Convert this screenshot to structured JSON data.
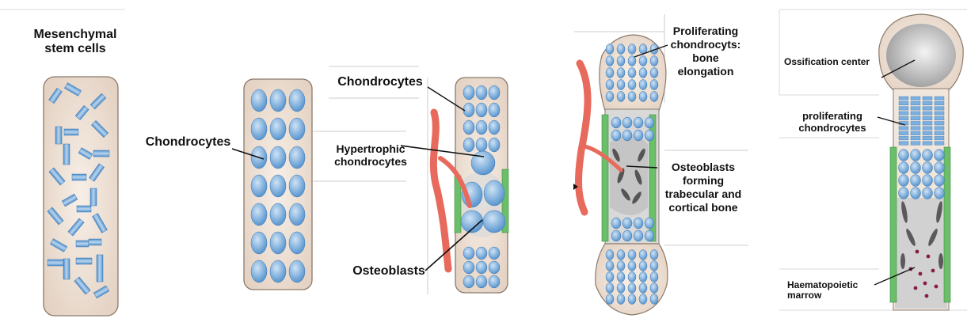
{
  "labels": {
    "mesenchymal": "Mesenchymal stem cells",
    "chondrocytes_1": "Chondrocytes",
    "chondrocytes_2": "Chondrocytes",
    "hypertrophic": "Hypertrophic chondrocytes",
    "osteoblasts": "Osteoblasts",
    "proliferating": "Proliferating chondrocyts: bone elongation",
    "osteoblasts_forming": "Osteoblasts forming trabecular and cortical bone",
    "ossification_center": "Ossification center",
    "proliferating_2": "proliferating chondrocytes",
    "haematopoietic": "Haematopoietic marrow"
  },
  "colors": {
    "cartilage": "#eadcd0",
    "cell_blue": "#6ea8dc",
    "vessel_red": "#e86a5c",
    "bone_green": "#6bbf6a",
    "marrow_grey": "#cfcfcf",
    "marrow_dot": "#8b1a4a"
  }
}
